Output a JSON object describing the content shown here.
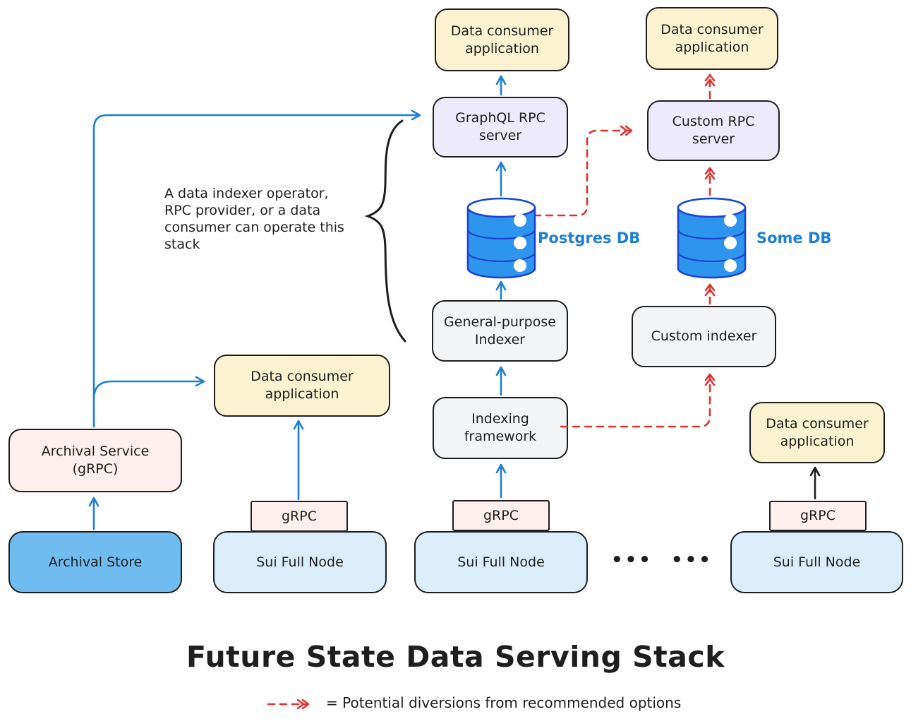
{
  "diagram": {
    "title": "Future State Data Serving Stack",
    "legend_label": "= Potential diversions from recommended options",
    "annotation": "A data indexer operator, RPC provider, or a data consumer can operate this stack",
    "ellipsis": "•••"
  },
  "nodes": {
    "dca_center_top": "Data consumer application",
    "dca_right_top": "Data consumer application",
    "dca_mid": "Data consumer application",
    "dca_right": "Data consumer application",
    "graphql_rpc": "GraphQL RPC server",
    "custom_rpc": "Custom RPC server",
    "general_indexer": "General-purpose Indexer",
    "custom_indexer": "Custom indexer",
    "indexing_framework": "Indexing framework",
    "archival_service": "Archival Service (gRPC)",
    "archival_store": "Archival Store",
    "sui_node_mid": "Sui Full Node",
    "sui_node_center": "Sui Full Node",
    "sui_node_right": "Sui Full Node",
    "grpc_mid": "gRPC",
    "grpc_center": "gRPC",
    "grpc_right": "gRPC"
  },
  "databases": {
    "postgres": "Postgres DB",
    "some": "Some DB"
  },
  "colors": {
    "recommended_arrow_blue": "#1C7ED6",
    "diversion_arrow_red": "#E03131",
    "db_fill": "#2E95EC",
    "db_stroke": "#1B44D0",
    "box_border": "#1E1E1E",
    "yellow_fill": "#FBF3CF",
    "purple_fill": "#ECEAFB",
    "gray_fill": "#F2F4F6",
    "pink_fill": "#FCEFED",
    "archival_store_fill": "#6FBCEE",
    "sui_node_fill": "#DCEDFA"
  }
}
